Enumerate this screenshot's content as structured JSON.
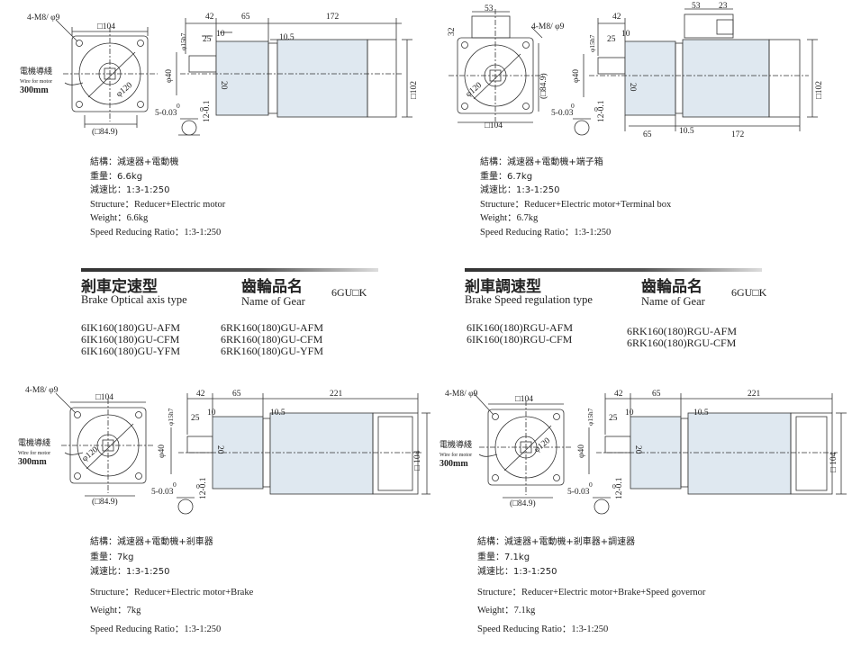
{
  "colors": {
    "motor_fill": "#dfe8f0",
    "line": "#333333",
    "header_bar": "#444444"
  },
  "labels": {
    "m8": "4-M8/ φ9",
    "wire_zh": "電機導綫",
    "wire_en": "Wire for motor",
    "wire_len": "300mm",
    "phi15": "φ15h7",
    "phi40": "φ40",
    "phi120": "φ120",
    "sq104": "□104",
    "sq849": "(□84.9)",
    "sq102": "□102",
    "sq104b": "□ 104",
    "d42": "42",
    "d25": "25",
    "d10": "10",
    "d65": "65",
    "d105": "10.5",
    "d20": "20",
    "d172": "172",
    "d221": "221",
    "d53": "53",
    "d23": "23",
    "d32": "32",
    "key_a": "5-0.03",
    "key_a0": "0",
    "key_b": "12-0.1",
    "key_b0": "0"
  },
  "quadrants": [
    {
      "specs": {
        "structure_zh": "結構：減速器+電動機",
        "weight_zh": "重量：6.6kg",
        "ratio_zh": "減速比：1:3-1:250",
        "structure_en": "Structure：Reducer+Electric motor",
        "weight_en": "Weight：6.6kg",
        "ratio_en": "Speed Reducing Ratio：1:3-1:250"
      }
    },
    {
      "specs": {
        "structure_zh": "結構：減速器+電動機+端子箱",
        "weight_zh": "重量：6.7kg",
        "ratio_zh": "減速比：1:3-1:250",
        "structure_en": "Structure：Reducer+Electric motor+Terminal box",
        "weight_en": "Weight：6.7kg",
        "ratio_en": "Speed Reducing Ratio：1:3-1:250"
      }
    },
    {
      "specs": {
        "structure_zh": "結構：減速器+電動機+剎車器",
        "weight_zh": "重量：7kg",
        "ratio_zh": "減速比：1:3-1:250",
        "structure_en": "Structure：Reducer+Electric motor+Brake",
        "weight_en": "Weight：7kg",
        "ratio_en": "Speed Reducing Ratio：1:3-1:250"
      }
    },
    {
      "specs": {
        "structure_zh": "結構：減速器+電動機+剎車器+調速器",
        "weight_zh": "重量：7.1kg",
        "ratio_zh": "減速比：1:3-1:250",
        "structure_en": "Structure：Reducer+Electric motor+Brake+Speed governor",
        "weight_en": "Weight：7.1kg",
        "ratio_en": "Speed Reducing Ratio：1:3-1:250"
      }
    }
  ],
  "sections": {
    "brake_optical": {
      "title_zh": "剎車定速型",
      "title_en": "Brake Optical axis type",
      "gear_zh": "齒輪品名",
      "gear_en": "Name of Gear",
      "gear_code": "6GU□K",
      "models_left": [
        "6IK160(180)GU-AFM",
        "6IK160(180)GU-CFM",
        "6IK160(180)GU-YFM"
      ],
      "models_right": [
        "6RK160(180)GU-AFM",
        "6RK160(180)GU-CFM",
        "6RK160(180)GU-YFM"
      ]
    },
    "brake_speed": {
      "title_zh": "剎車調速型",
      "title_en": "Brake Speed regulation type",
      "gear_zh": "齒輪品名",
      "gear_en": "Name of Gear",
      "gear_code": "6GU□K",
      "models_left": [
        "6IK160(180)RGU-AFM",
        "6IK160(180)RGU-CFM"
      ],
      "models_right": [
        "6RK160(180)RGU-AFM",
        "6RK160(180)RGU-CFM"
      ]
    }
  }
}
